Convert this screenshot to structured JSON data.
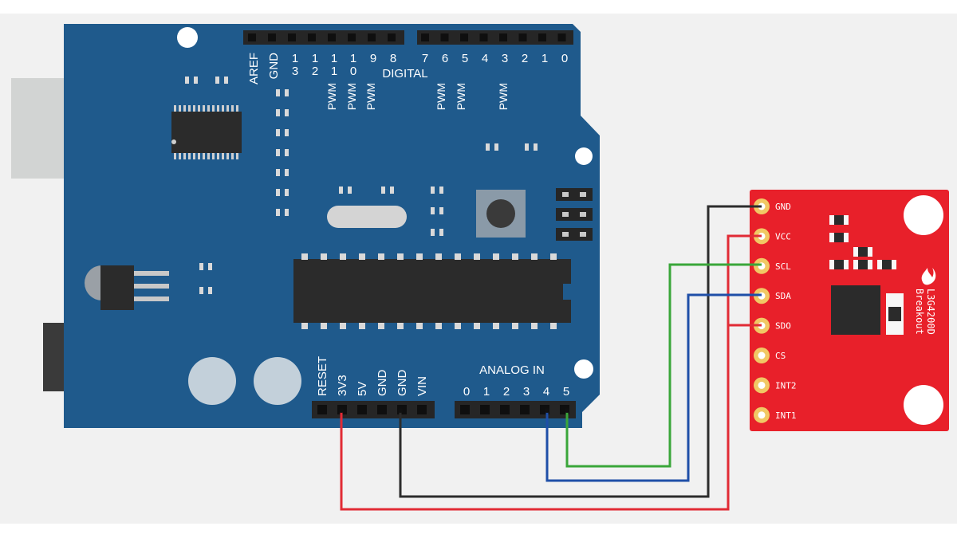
{
  "colors": {
    "page": "#ffffff",
    "backdrop": "#f1f1f1",
    "board": "#1f5a8c",
    "board_text": "#ffffff",
    "breakout": "#e8202a",
    "pad": "#f1c864",
    "wire_red": "#e12b35",
    "wire_black": "#2c2c2c",
    "wire_blue": "#1f4fa8",
    "wire_green": "#3aa63a"
  },
  "arduino": {
    "digital_pins_top": [
      "AREF",
      "GND",
      "13",
      "12",
      "11",
      "10",
      "9",
      "8"
    ],
    "digital_label": "DIGITAL",
    "digital_pins_right": [
      "7",
      "6",
      "5",
      "4",
      "3",
      "2",
      "1",
      "0"
    ],
    "pwm_label": "PWM",
    "power_pins": [
      "RESET",
      "3V3",
      "5V",
      "GND",
      "GND",
      "VIN"
    ],
    "analog_label": "ANALOG IN",
    "analog_pins": [
      "0",
      "1",
      "2",
      "3",
      "4",
      "5"
    ]
  },
  "breakout": {
    "pins": [
      "GND",
      "VCC",
      "SCL",
      "SDA",
      "SDO",
      "CS",
      "INT2",
      "INT1"
    ],
    "title_line1": "L3G4200D",
    "title_line2": "Breakout"
  },
  "icons": {
    "logo": "flame-logo-icon"
  }
}
